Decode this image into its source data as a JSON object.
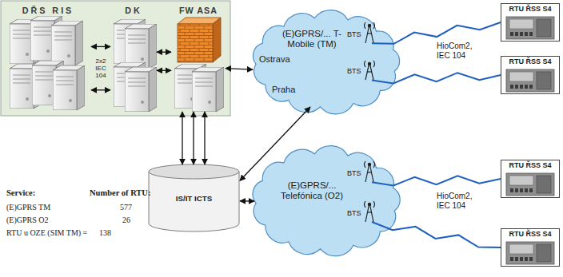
{
  "diagram": {
    "nodes": [
      {
        "text": [
          "DŘS RIS"
        ]
      },
      {
        "text": [
          "DK"
        ]
      },
      {
        "text": [
          "FW ASA"
        ]
      },
      {
        "text": [
          "Ostrava",
          "(E)GPRS/... T-Mobile (TM)",
          "BTS",
          "BTS",
          "Praha"
        ]
      },
      {
        "text": [
          "IS/IT ICTS"
        ]
      },
      {
        "text": [
          "(E)GPRS/... Telefónica (O2)",
          "BTS",
          "BTS"
        ]
      },
      {
        "text": [
          "RTU ŘSS S4"
        ]
      },
      {
        "text": [
          "RTU ŘSS S4"
        ]
      },
      {
        "text": [
          "RTU ŘSS S4"
        ]
      },
      {
        "text": [
          "RTU ŘSS S4"
        ]
      }
    ],
    "edges": [
      {
        "from": 0,
        "to": 1,
        "arrow": "both"
      },
      {
        "from": 0,
        "to": 1,
        "arrow": "both"
      },
      {
        "from": 1,
        "to": 2,
        "arrow": "both"
      },
      {
        "from": 1,
        "to": 2,
        "arrow": "both"
      },
      {
        "from": 2,
        "to": 3,
        "arrow": "both"
      },
      {
        "from": 2,
        "to": 4,
        "arrow": "both"
      },
      {
        "from": 2,
        "to": 4,
        "arrow": "both"
      },
      {
        "from": 2,
        "to": 4,
        "arrow": "both"
      },
      {
        "from": 4,
        "to": 3,
        "arrow": "both"
      },
      {
        "from": 4,
        "to": 5,
        "arrow": "both"
      },
      {
        "from": 3,
        "to": 6,
        "arrow": "none"
      },
      {
        "from": 3,
        "to": 7,
        "arrow": "none"
      },
      {
        "from": 5,
        "to": 8,
        "arrow": "none"
      },
      {
        "from": 5,
        "to": 9,
        "arrow": "none"
      }
    ],
    "labels": [
      "2x2 IEC 104",
      "HioCom2, IEC 104",
      "HioCom2, IEC 104",
      "Service:",
      "Number of RTU:",
      "(E)GPRS TM",
      "577",
      "(E)GPRS O2",
      "26",
      "RTU u OZE (SIM TM) =",
      "138"
    ]
  }
}
